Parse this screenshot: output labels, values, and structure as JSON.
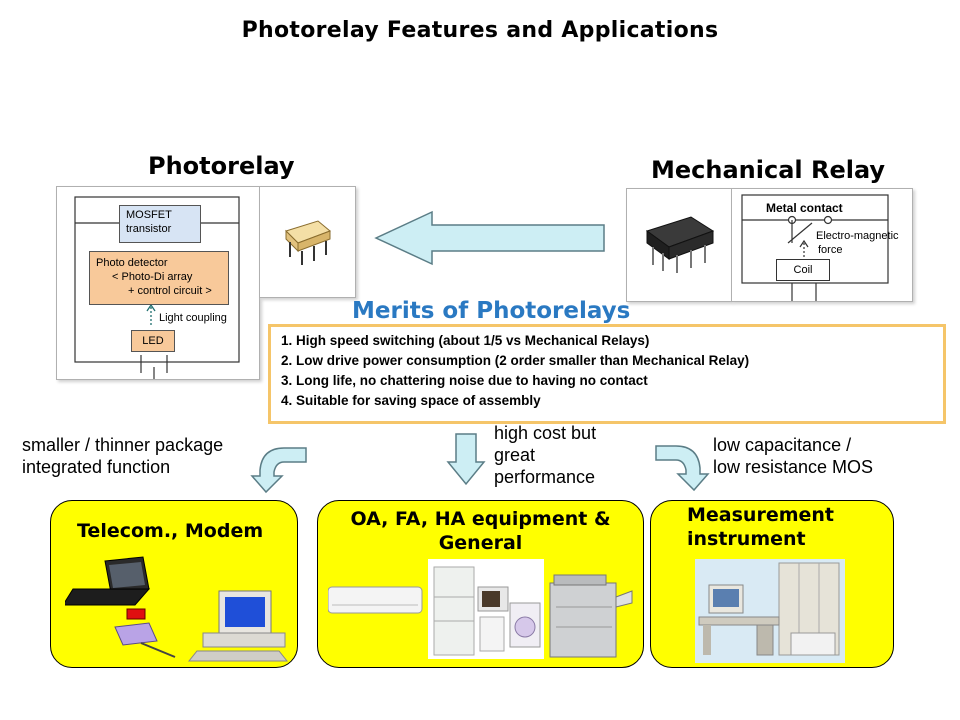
{
  "title": "Photorelay Features and Applications",
  "photorelay": {
    "heading": "Photorelay",
    "mosfet": [
      "MOSFET",
      "transistor"
    ],
    "detector": [
      "Photo detector",
      "< Photo-Di array",
      "+ control circuit >"
    ],
    "light_coupling": "Light coupling",
    "led": "LED"
  },
  "mechanical": {
    "heading": "Mechanical Relay",
    "metal_contact": "Metal contact",
    "force": [
      "Electro-magnetic",
      "force"
    ],
    "coil": "Coil"
  },
  "merits": {
    "title": "Merits of Photorelays",
    "items": [
      "1. High speed switching (about 1/5  vs Mechanical Relays)",
      "2. Low drive power consumption (2 order smaller than Mechanical Relay)",
      "3. Long life, no chattering noise due to having no contact",
      "4. Suitable for saving space of assembly"
    ]
  },
  "captions": {
    "left": [
      "smaller / thinner package",
      "integrated function"
    ],
    "center": [
      "high cost but",
      "great",
      "performance"
    ],
    "right": [
      "low capacitance /",
      "low resistance MOS"
    ]
  },
  "applications": [
    {
      "title": "Telecom., Modem"
    },
    {
      "title": "OA, FA, HA equipment & General"
    },
    {
      "title": "Measurement instrument"
    }
  ],
  "colors": {
    "arrow_fill": "#cdeef4",
    "arrow_stroke": "#5b7d86",
    "app_box": "#ffff00",
    "merits_title": "#2a79c2",
    "merits_border": "#f5c569"
  }
}
